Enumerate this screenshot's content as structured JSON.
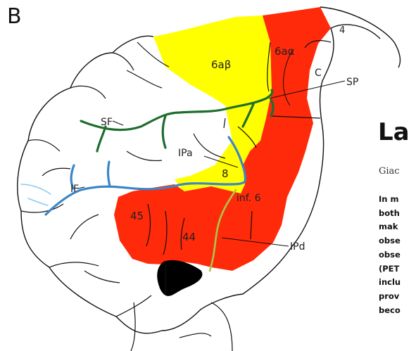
{
  "figure": {
    "panel_label": "B",
    "regions": {
      "r6ab": "6aβ",
      "r6aa": "6aα",
      "r4": "4",
      "r8": "8",
      "r45": "45",
      "r44": "44",
      "inf6": "inf. 6"
    },
    "sulci": {
      "c": "C",
      "sp": "SP",
      "sf": "SF",
      "ipa": "IPa",
      "if": "IF",
      "ipd": "IPd"
    },
    "colors": {
      "yellow": "#FFFF00",
      "red": "#FF2A0A",
      "green_sulcus": "#1E6E2E",
      "blue_sulcus": "#3A86C8",
      "lime_sulcus": "#A8C84A",
      "outline": "#111111"
    }
  },
  "article": {
    "title": "La",
    "authors": "Giac",
    "abstract_lines": [
      "In m",
      "both",
      "mak",
      "obse",
      "obse",
      "(PET",
      "inclu",
      "prov",
      "beco"
    ]
  }
}
